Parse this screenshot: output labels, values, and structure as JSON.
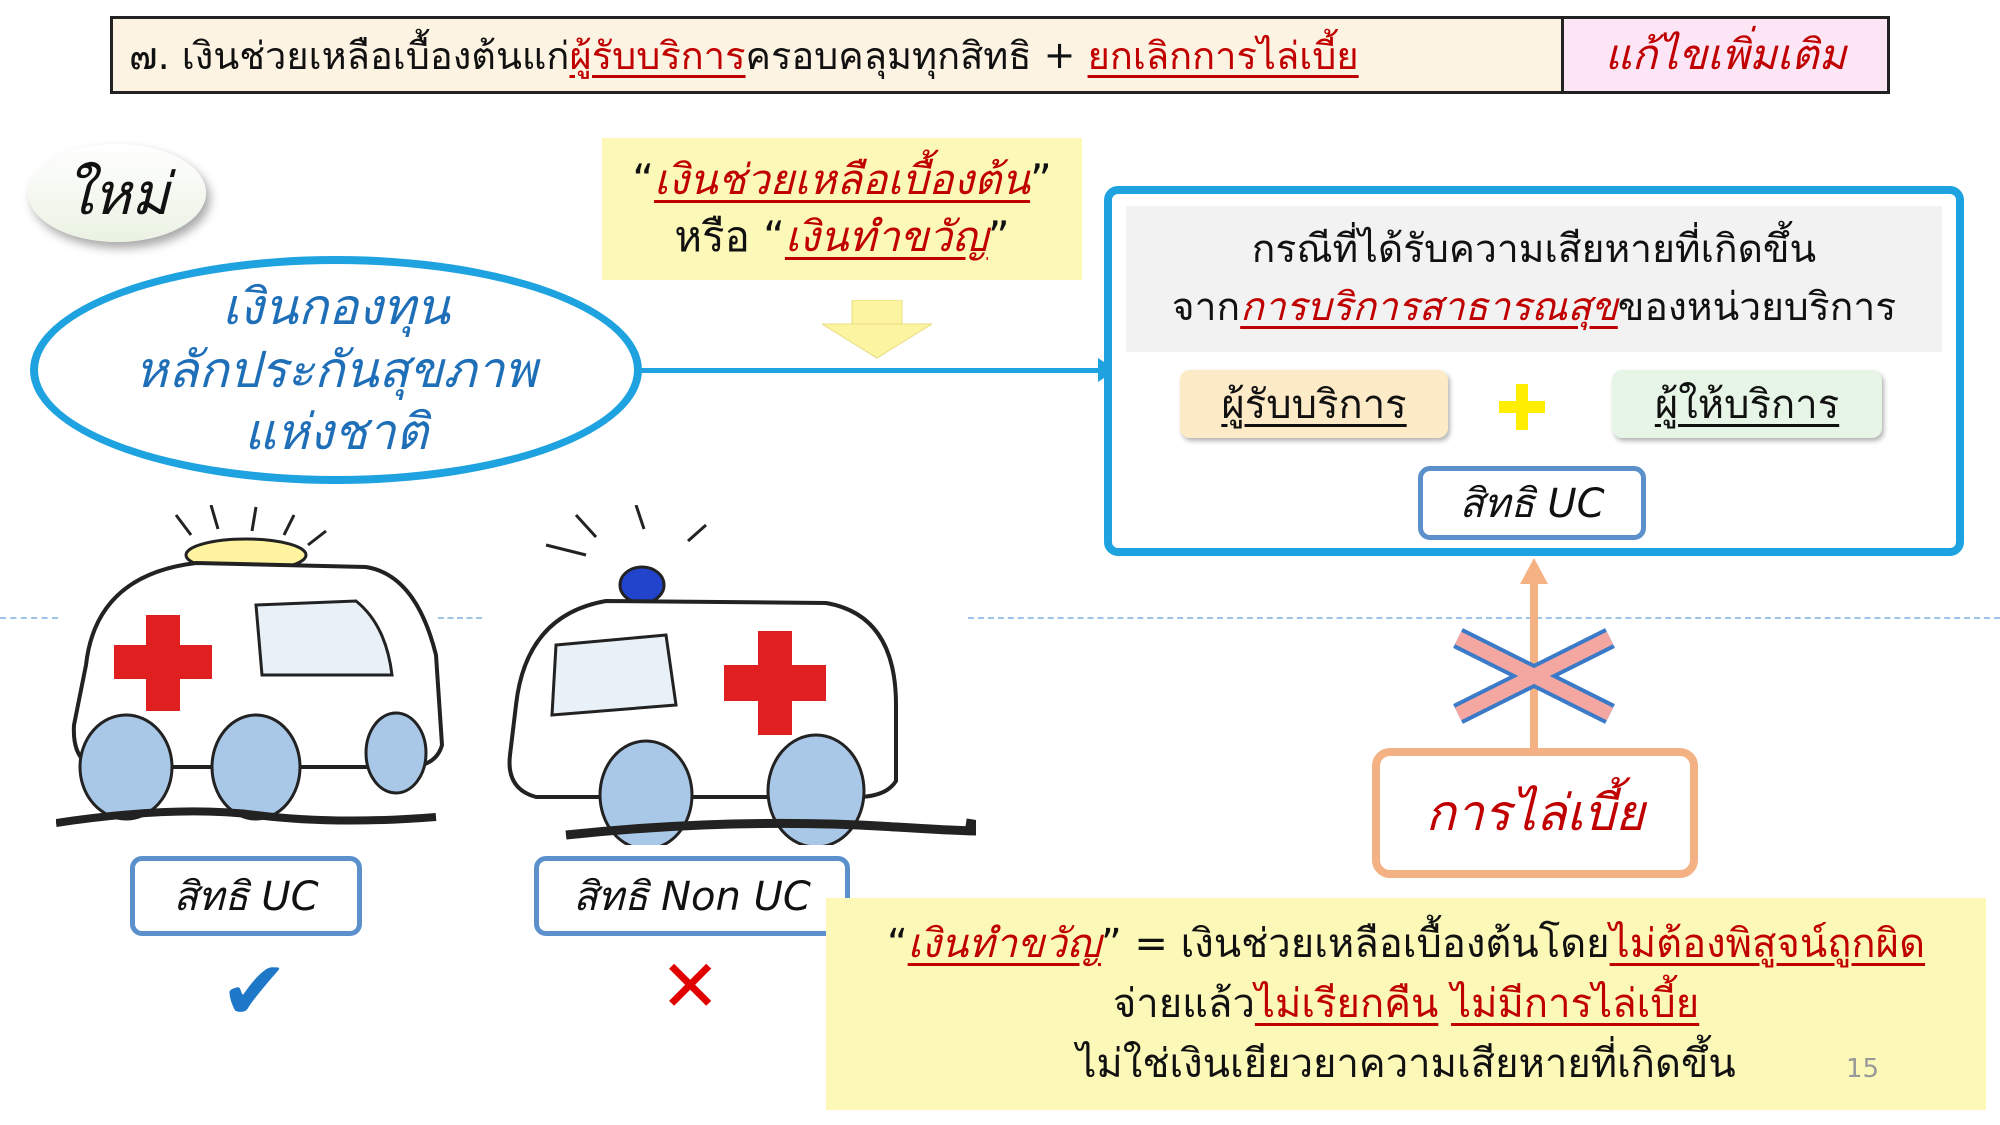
{
  "title": {
    "part1": "๗. เงินช่วยเหลือเบื้องต้นแก่",
    "part2": "ผู้รับบริการ",
    "part3": "ครอบคลุมทุกสิทธิ",
    "plus": " + ",
    "part4": "ยกเลิกการไล่เบี้ย",
    "badge": "แก้ไขเพิ่มเติม"
  },
  "new_badge": "ใหม่",
  "fund": {
    "line1": "เงินกองทุน",
    "line2": "หลักประกันสุขภาพ",
    "line3": "แห่งชาติ"
  },
  "note_top": {
    "q_open": "“",
    "term1": "เงินช่วยเหลือเบื้องต้น",
    "q_close": "”",
    "or_text": "หรือ “",
    "term2": "เงินทำขวัญ",
    "q_close2": "”"
  },
  "case_box": {
    "line1": "กรณีที่ได้รับความเสียหายที่เกิดขึ้น",
    "line2_pre": "จาก",
    "line2_link": "การบริการสาธารณสุข",
    "line2_post": "ของหน่วยบริการ",
    "recipient": "ผู้รับบริการ",
    "provider": "ผู้ให้บริการ",
    "rights_uc": "สิทธิ UC"
  },
  "subrogation": "การไล่เบี้ย",
  "ambulances": {
    "uc_label": "สิทธิ UC",
    "non_uc_label": "สิทธิ Non UC",
    "check": "✔",
    "cross": "✕"
  },
  "note_bottom": {
    "q_open": "“",
    "term": "เงินทำขวัญ",
    "eq": "” = เงินช่วยเหลือเบื้องต้นโดย",
    "no_fault": "ไม่ต้องพิสูจน์ถูกผิด",
    "line2_pre": "จ่ายแล้ว",
    "no_refund": "ไม่เรียกคืน",
    "space": " ",
    "no_subrogation": "ไม่มีการไล่เบี้ย",
    "line3": "ไม่ใช่เงินเยียวยาความเสียหายที่เกิดขึ้น"
  },
  "page_number": "15",
  "colors": {
    "accent_blue": "#1ea3e0",
    "emphasis_red": "#c00000",
    "note_yellow": "#fcf8b8",
    "subrogation_orange": "#f4b183"
  }
}
